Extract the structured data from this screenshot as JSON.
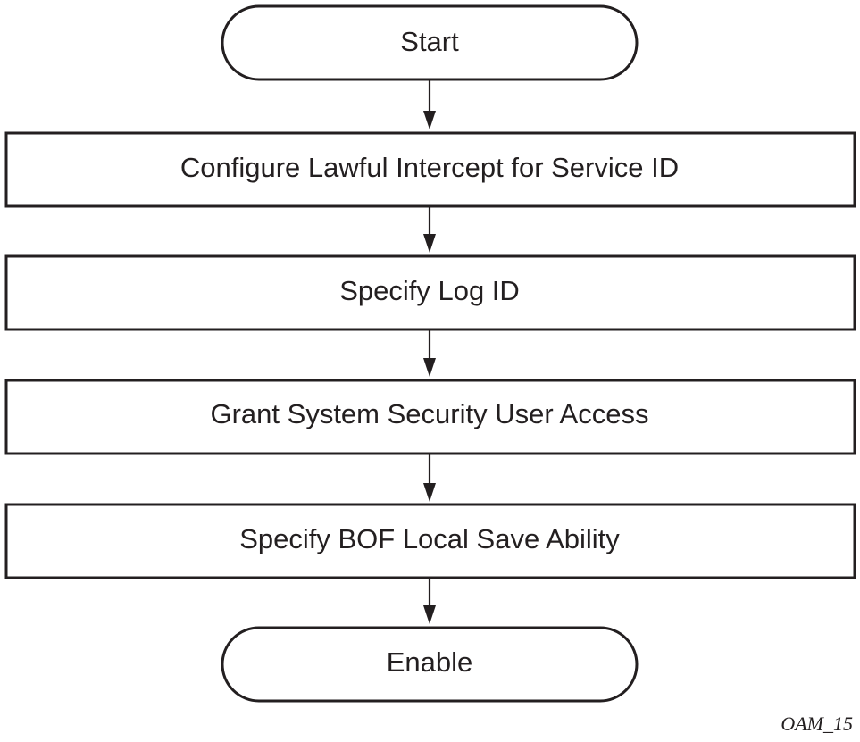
{
  "flowchart": {
    "start": {
      "label": "Start"
    },
    "steps": [
      {
        "label": "Configure Lawful Intercept for Service ID"
      },
      {
        "label": "Specify Log ID"
      },
      {
        "label": "Grant System Security User Access"
      },
      {
        "label": "Specify BOF Local Save Ability"
      }
    ],
    "end": {
      "label": "Enable"
    },
    "figure_id": "OAM_15"
  }
}
